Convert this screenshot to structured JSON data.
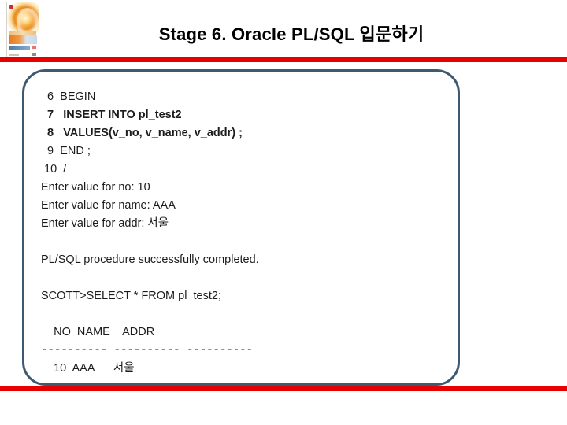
{
  "slide": {
    "title": "Stage 6. Oracle PL/SQL 입문하기",
    "accent_red": "#e60000",
    "panel_border_color": "#3d5a73",
    "text_color": "#1b1b1b",
    "background": "#ffffff"
  },
  "book_cover": {
    "name": "oracle-book-cover-thumbnail",
    "alt": "오라클 책 표지"
  },
  "console": {
    "lines": [
      {
        "text": "  6  BEGIN",
        "bold": false
      },
      {
        "text": "  7   INSERT INTO pl_test2",
        "bold": true
      },
      {
        "text": "  8   VALUES(v_no, v_name, v_addr) ;",
        "bold": true
      },
      {
        "text": "  9  END ;",
        "bold": false
      },
      {
        "text": " 10  /",
        "bold": false
      },
      {
        "text": "Enter value for no: 10",
        "bold": false
      },
      {
        "text": "Enter value for name: AAA",
        "bold": false
      },
      {
        "text": "Enter value for addr: 서울",
        "bold": false
      },
      {
        "text": "",
        "bold": false
      },
      {
        "text": "PL/SQL procedure successfully completed.",
        "bold": false
      },
      {
        "text": "",
        "bold": false
      },
      {
        "text": "SCOTT>SELECT * FROM pl_test2;",
        "bold": false
      },
      {
        "text": "",
        "bold": false
      },
      {
        "text": "    NO  NAME    ADDR",
        "bold": false
      },
      {
        "text": "---------- ---------- ----------",
        "bold": false,
        "mono": true
      },
      {
        "text": "    10  AAA      서울",
        "bold": false
      }
    ]
  }
}
